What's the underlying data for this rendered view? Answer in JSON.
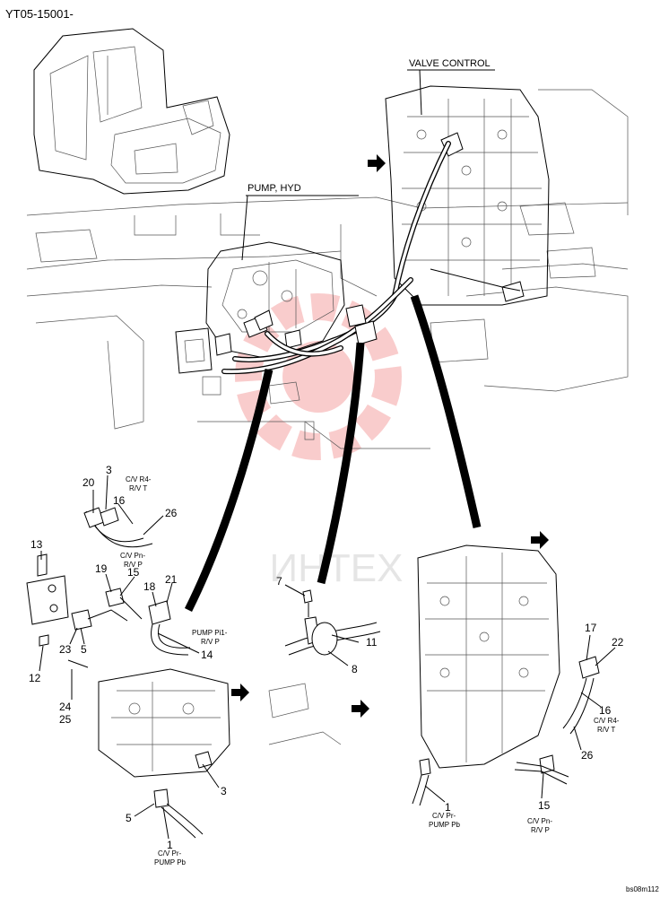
{
  "header": {
    "drawing_id": "YT05-15001-",
    "footer_code": "bs08m112"
  },
  "assemblies": {
    "valve_control": "VALVE CONTROL",
    "pump_hyd": "PUMP, HYD"
  },
  "watermark": {
    "text": "ИНТЕХ",
    "color": "#e83a3a"
  },
  "callouts": {
    "c20": "20",
    "c3a": "3",
    "c16a": "16",
    "c26a": "26",
    "c13": "13",
    "c19": "19",
    "c15a": "15",
    "c18": "18",
    "c21": "21",
    "c23": "23",
    "c5a": "5",
    "c12": "12",
    "c14": "14",
    "c24": "24",
    "c25": "25",
    "c3b": "3",
    "c5b": "5",
    "c1a": "1",
    "c7": "7",
    "c11": "11",
    "c8": "8",
    "c17": "17",
    "c22": "22",
    "c16b": "16",
    "c26b": "26",
    "c1b": "1",
    "c15b": "15"
  },
  "labels": {
    "cv_r4_rvt_a": [
      "C/V R4-",
      "R/V T"
    ],
    "cv_pn_rvp_a": [
      "C/V Pn-",
      "R/V P"
    ],
    "pump_pi1_rvp": [
      "PUMP Pi1-",
      "R/V P"
    ],
    "cv_pr_pump_pb_a": [
      "C/V Pr-",
      "PUMP Pb"
    ],
    "cv_r4_rvt_b": [
      "C/V R4-",
      "R/V T"
    ],
    "cv_pr_pump_pb_b": [
      "C/V Pr-",
      "PUMP Pb"
    ],
    "cv_pn_rvp_b": [
      "C/V Pn-",
      "R/V P"
    ]
  }
}
